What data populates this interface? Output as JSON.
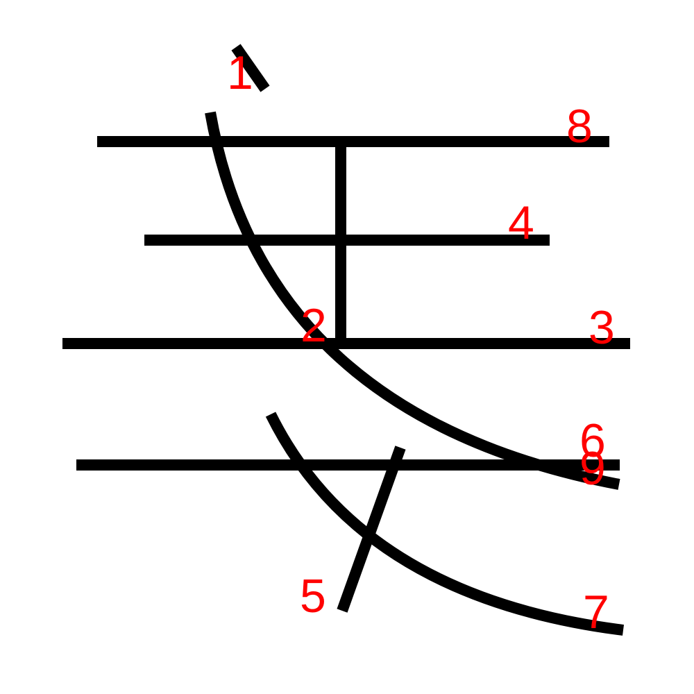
{
  "colors": {
    "stroke": "#000000",
    "label": "#ff0000",
    "background": "#ffffff"
  },
  "strokes": [
    {
      "number": "1"
    },
    {
      "number": "2"
    },
    {
      "number": "3"
    },
    {
      "number": "4"
    },
    {
      "number": "5"
    },
    {
      "number": "6"
    },
    {
      "number": "7"
    },
    {
      "number": "8"
    },
    {
      "number": "9"
    }
  ]
}
